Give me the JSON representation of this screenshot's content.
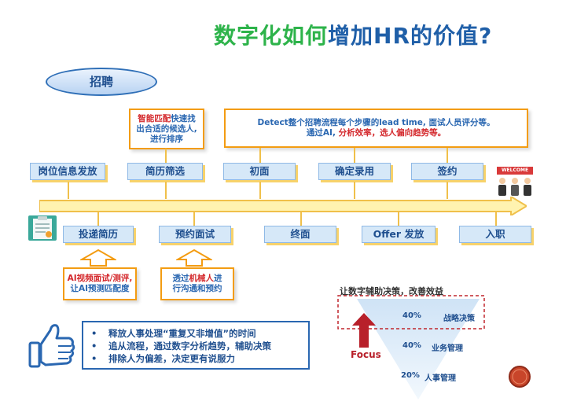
{
  "title": {
    "part1": "数字化如何",
    "part2": "增加HR的价值?"
  },
  "pill": {
    "label": "招聘"
  },
  "notes": {
    "smart_match": {
      "highlight": "智能匹配",
      "line1_rest": "快速找",
      "line2": "出合适的候选人,",
      "line3": "进行排序"
    },
    "detect": {
      "line1": "Detect整个招聘流程每个步骤的lead time, 面试人员评分等。",
      "line2_pre": "通过AI,",
      "line2_red": "分析效率，选人偏向趋势等。"
    },
    "ai_video": {
      "line1": "AI视频面试/测评,",
      "line2": "让AI预测匹配度"
    },
    "robot": {
      "line1_pre": "透过",
      "line1_red": "机械人",
      "line1_post": "进",
      "line2": "行沟通和预约"
    }
  },
  "top_steps": [
    "岗位信息发放",
    "简历筛选",
    "初面",
    "确定录用",
    "签约"
  ],
  "bottom_steps": [
    "投递简历",
    "预约面试",
    "终面",
    "Offer 发放",
    "入职"
  ],
  "welcome_sign": "WELCOME",
  "bullets": [
    "释放人事处理“重复又非增值”的时间",
    "追从流程，通过数字分析趋势，辅助决策",
    "排除人为偏差，决定更有说服力"
  ],
  "pyramid": {
    "title": "让数字辅助决策，改善效益",
    "levels": [
      {
        "pct": "40%",
        "label": "战略决策"
      },
      {
        "pct": "40%",
        "label": "业务管理"
      },
      {
        "pct": "20%",
        "label": "人事管理"
      }
    ],
    "focus_label": "Focus"
  },
  "colors": {
    "title_green": "#2db34a",
    "title_blue": "#1f5fa8",
    "note_border": "#f39c12",
    "highlight_red": "#d4282c",
    "step_fill": "#d6e8f8",
    "timeline_yellow": "#fff3b0"
  },
  "icons": [
    "clipboard-icon",
    "welcome-people-icon",
    "thumbs-up-icon",
    "next-button-icon",
    "focus-arrow-icon"
  ]
}
